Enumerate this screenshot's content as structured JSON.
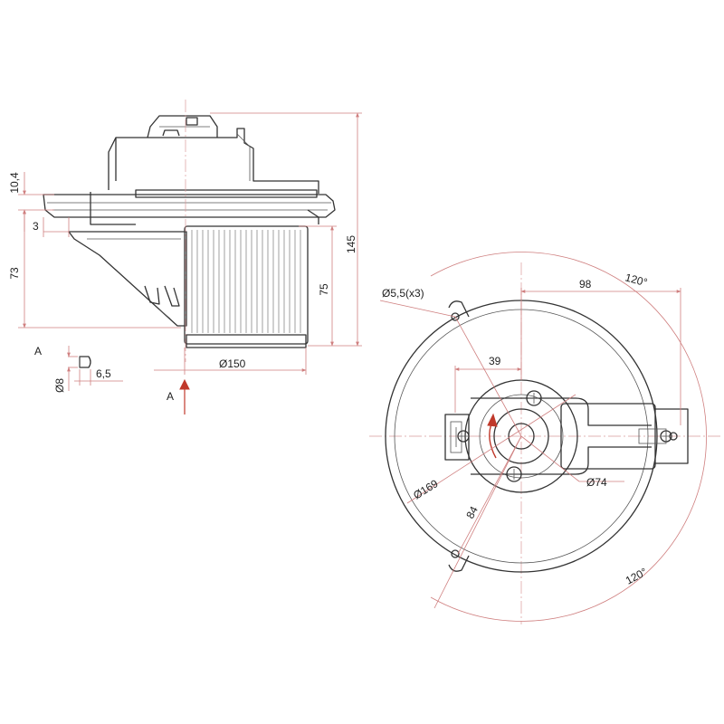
{
  "side_view": {
    "dims": {
      "height_total": "145",
      "flange_thickness": "10,4",
      "offset": "3",
      "height_lower": "73",
      "wheel_height": "75",
      "wheel_diameter": "Ø150"
    },
    "detail": {
      "label": "A",
      "pin_diameter": "Ø8",
      "pin_length": "6,5"
    },
    "view_arrow_label": "A"
  },
  "top_view": {
    "dims": {
      "hole_spec": "Ø5,5(x3)",
      "offset_98": "98",
      "angle_upper": "120°",
      "angle_lower": "120°",
      "offset_39": "39",
      "flange_diameter": "Ø169",
      "hub_diameter": "Ø74",
      "radius_84": "84"
    }
  },
  "colors": {
    "outline": "#333333",
    "dimension": "#cf7f7f",
    "arrow": "#c0392b"
  }
}
